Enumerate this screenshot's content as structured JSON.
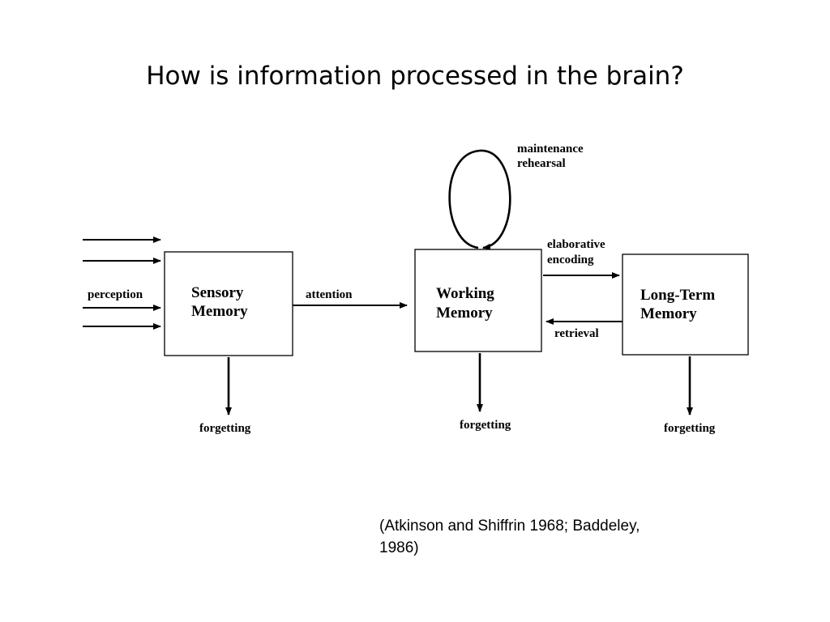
{
  "title": "How is information processed in the brain?",
  "diagram": {
    "sensory": {
      "line1": "Sensory",
      "line2": "Memory"
    },
    "working": {
      "line1": "Working",
      "line2": "Memory"
    },
    "longterm": {
      "line1": "Long-Term",
      "line2": "Memory"
    },
    "labels": {
      "perception": "perception",
      "attention": "attention",
      "maintenance_line1": "maintenance",
      "maintenance_line2": "rehearsal",
      "elaborative_line1": "elaborative",
      "elaborative_line2": "encoding",
      "retrieval": "retrieval",
      "forgetting": "forgetting"
    }
  },
  "citation": {
    "line1": "(Atkinson and Shiffrin 1968; Baddeley,",
    "line2": "1986)"
  }
}
